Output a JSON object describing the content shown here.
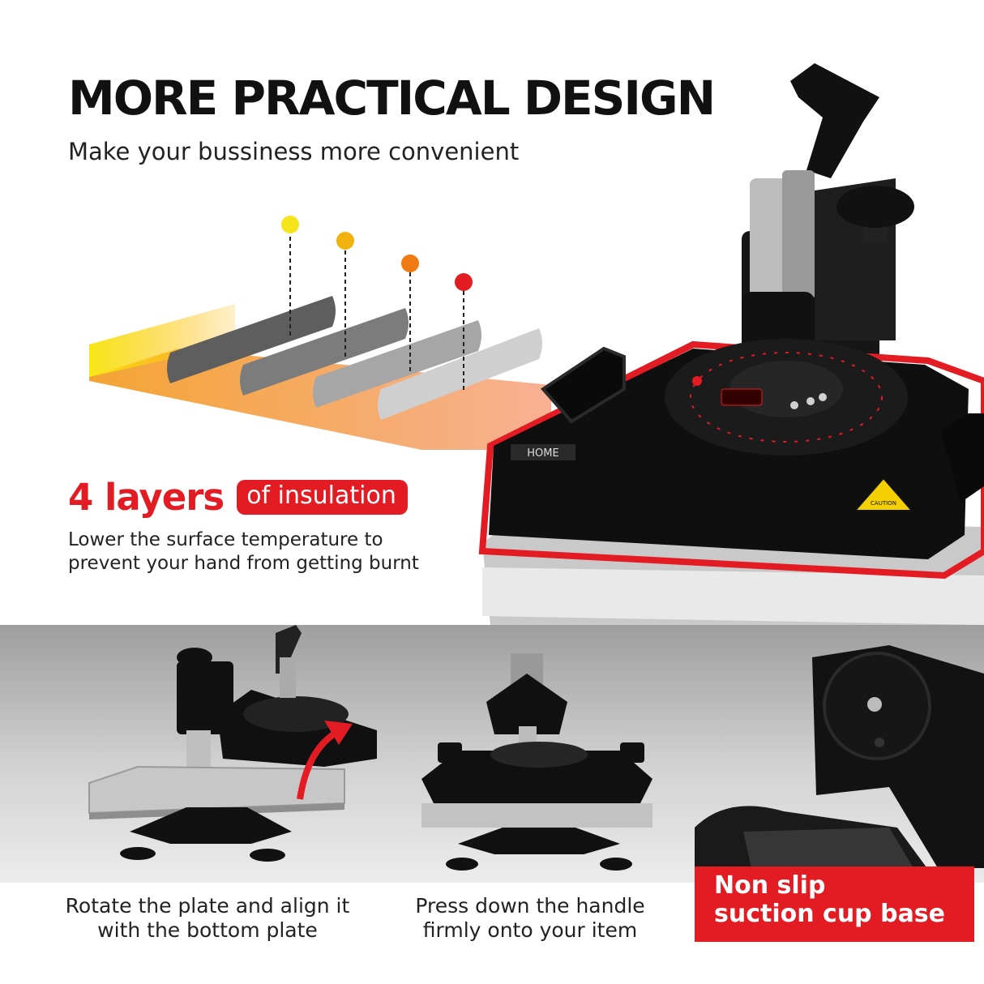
{
  "headline": "MORE PRACTICAL DESIGN",
  "subhead": "Make your bussiness more convenient",
  "insulation": {
    "big": "4 layers",
    "pill": "of insulation",
    "desc_line1": "Lower the surface temperature to",
    "desc_line2": "prevent your hand from getting burnt",
    "dot_colors": [
      "#f6e51b",
      "#f2b20e",
      "#f07a12",
      "#e31b23"
    ]
  },
  "press": {
    "brand": "HOME",
    "warning": "CAUTION"
  },
  "features": [
    {
      "line1": "Rotate the plate and align it",
      "line2": "with the bottom plate"
    },
    {
      "line1": "Press down the handle",
      "line2": "firmly onto your item"
    },
    {
      "line1": "Non slip",
      "line2": "suction cup base"
    }
  ],
  "colors": {
    "accent_red": "#e31b23",
    "text_dark": "#111111"
  }
}
